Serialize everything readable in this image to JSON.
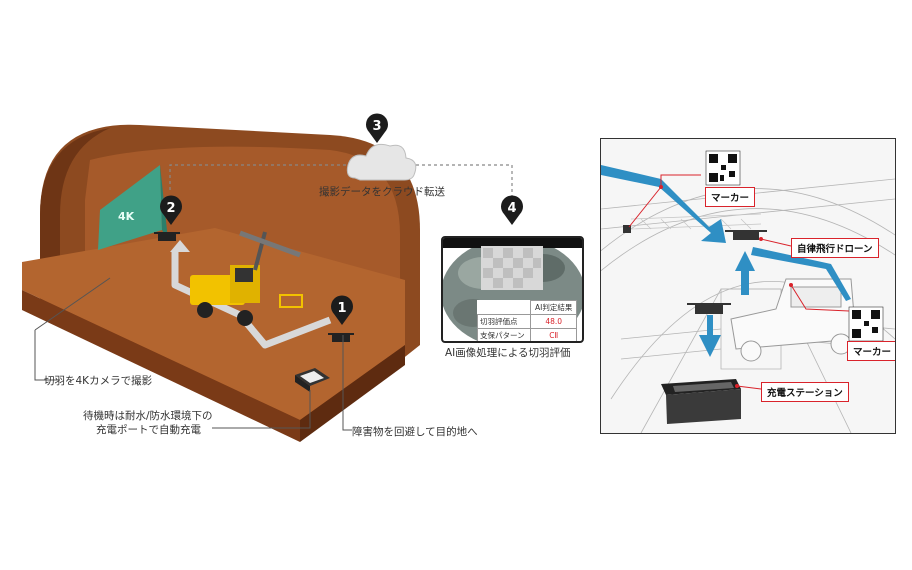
{
  "left": {
    "step1": "1",
    "step2": "2",
    "step3": "3",
    "step4": "4",
    "screen_label": "4K",
    "cloud_caption": "撮影データをクラウド転送",
    "ai_caption": "AI画像処理による切羽評価",
    "label_camera": "切羽を4Kカメラで撮影",
    "label_charge_1": "待機時は耐水/防水環境下の",
    "label_charge_2": "充電ポートで自動充電",
    "label_avoid": "障害物を回避して目的地へ",
    "table": {
      "header": "AI判定結果",
      "row1_label": "切羽評価点",
      "row1_value": "48.0",
      "row2_label": "支保パターン",
      "row2_value": "CⅡ"
    }
  },
  "right": {
    "marker_top": "マーカー",
    "drone": "自律飛行ドローン",
    "marker_right": "マーカー",
    "station": "充電ステーション"
  },
  "colors": {
    "tunnel_brown": "#9a4f22",
    "tunnel_dark": "#6e3515",
    "screen_teal": "#3aa58c",
    "machine_yellow": "#f2c200",
    "arrow_blue": "#2f8fc4",
    "callout_red": "#d9232b"
  }
}
